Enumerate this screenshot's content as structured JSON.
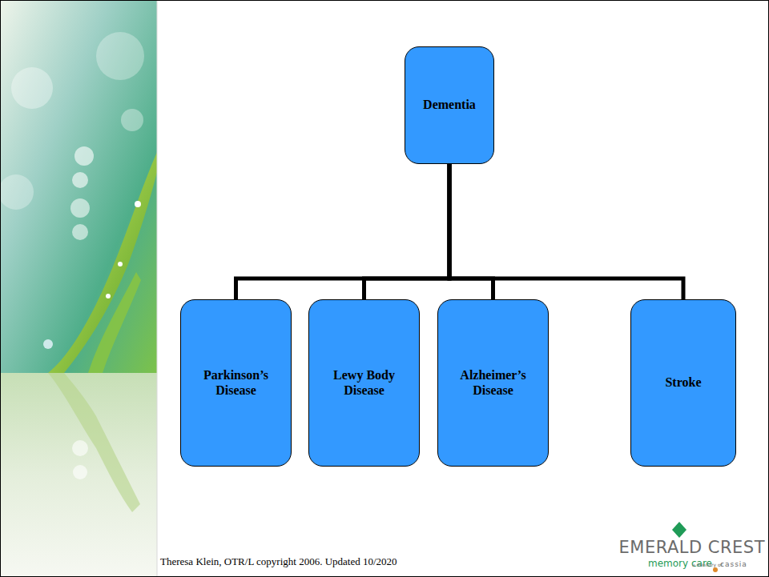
{
  "diagram": {
    "nodes": [
      {
        "text": [
          "Dementia"
        ]
      },
      {
        "text": [
          "Parkinson’s Disease"
        ]
      },
      {
        "text": [
          "Lewy Body Disease"
        ]
      },
      {
        "text": [
          "Alzheimer’s Disease"
        ]
      },
      {
        "text": [
          "Stroke"
        ]
      }
    ],
    "edges": [
      {
        "from": 0,
        "to": 1,
        "arrow": "none"
      },
      {
        "from": 0,
        "to": 2,
        "arrow": "none"
      },
      {
        "from": 0,
        "to": 3,
        "arrow": "none"
      },
      {
        "from": 0,
        "to": 4,
        "arrow": "none"
      }
    ],
    "labels": [
      "Theresa Klein, OTR/L copyright 2006.  Updated 10/2020",
      "EMERALD CREST",
      "memory care",
      "a ministry of",
      "cassia"
    ]
  }
}
